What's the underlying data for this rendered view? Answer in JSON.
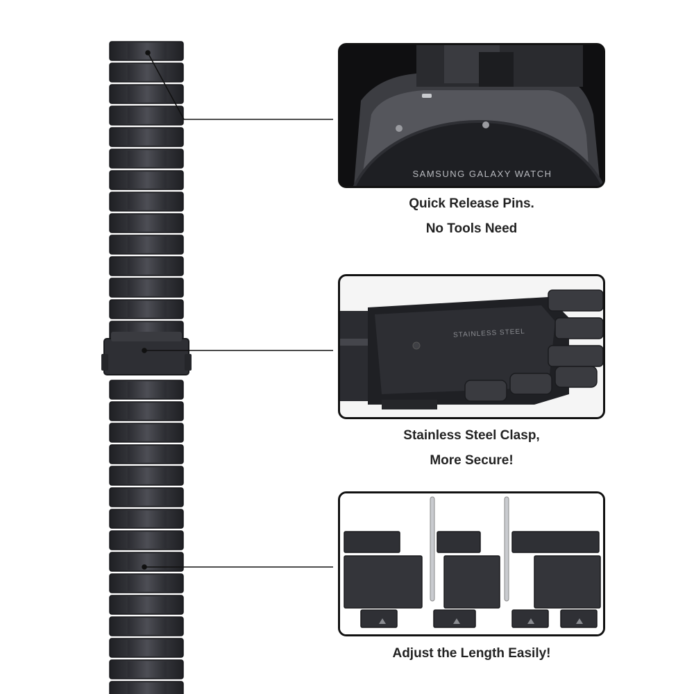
{
  "panels": [
    {
      "name": "watch-back-closeup",
      "engraving": "SAMSUNG GALAXY WATCH",
      "caption_lines": [
        "Quick Release Pins.",
        "No Tools Need"
      ]
    },
    {
      "name": "clasp-closeup",
      "engraving": "STAINLESS STEEL",
      "caption_lines": [
        "Stainless Steel Clasp,",
        "More Secure!"
      ]
    },
    {
      "name": "links-closeup",
      "caption_lines": [
        "Adjust the Length Easily!"
      ]
    }
  ],
  "colors": {
    "background": "#ffffff",
    "metal_dark": "#2a2b2f",
    "metal_mid": "#3b3c41",
    "metal_light": "#55565c",
    "pin_silver": "#c9cbcf",
    "panel_border": "#111111",
    "caption_text": "#222222"
  }
}
